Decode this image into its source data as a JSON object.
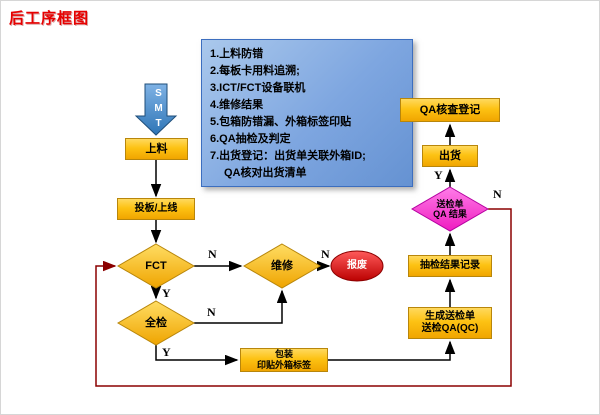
{
  "title": "后工序框图",
  "info_box": {
    "lines": [
      "1.上料防错",
      "2.每板卡用料追溯;",
      "3.ICT/FCT设备联机",
      "4.维修结果",
      "5.包箱防错漏、外箱标签印贴",
      "6.QA抽检及判定",
      "7.出货登记：出货单关联外箱ID;",
      "QA核对出货清单"
    ]
  },
  "nodes": {
    "smt": "SMT",
    "load": "上料",
    "board_online": "投板/上线",
    "fct": "FCT",
    "repair": "维修",
    "scrap": "报废",
    "full_inspection": "全检",
    "packing_line1": "包装",
    "packing_line2": "印贴外箱标签",
    "inspection_sheet_line1": "生成送检单",
    "inspection_sheet_line2": "送检QA(QC)",
    "sampling_record": "抽检结果记录",
    "qa_result_line1": "送检单",
    "qa_result_line2": "QA 结果",
    "ship": "出货",
    "qa_register": "QA核查登记"
  },
  "edge_labels": {
    "fct_repair": "N",
    "repair_scrap": "N",
    "fct_full": "Y",
    "full_packing": "Y",
    "full_repair": "N",
    "qa_ship": "Y",
    "qa_loop": "N"
  },
  "colors": {
    "node_fill": "#FFC000",
    "node_border": "#B8860B",
    "qa_diamond_fill": "#FF3FD8",
    "scrap_fill": "#E60000",
    "info_fill": "#7EA6E0",
    "smt_arrow": "#2E75B6",
    "loop_line": "#8B0000",
    "title": "#E60000"
  }
}
